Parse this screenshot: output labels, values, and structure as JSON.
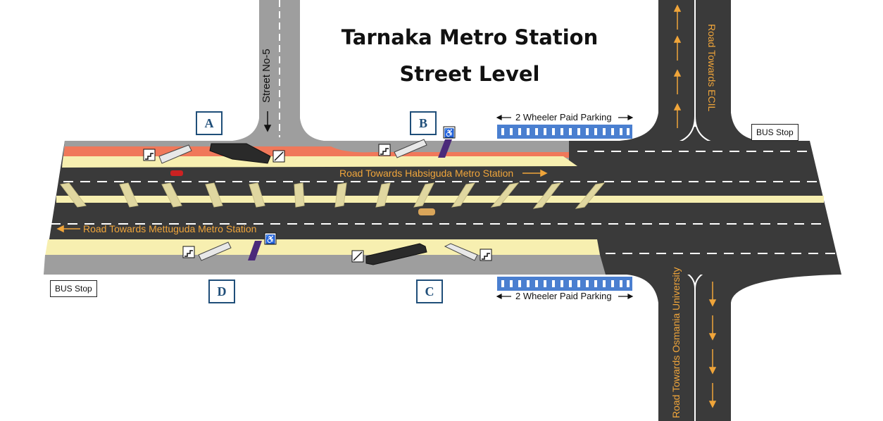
{
  "title": "Tarnaka Metro Station",
  "subtitle": "Street Level",
  "entries": [
    {
      "id": "A",
      "label": "A"
    },
    {
      "id": "B",
      "label": "B"
    },
    {
      "id": "C",
      "label": "C"
    },
    {
      "id": "D",
      "label": "D"
    }
  ],
  "labels": {
    "street": "Street No-5",
    "road_habsiguda": "Road Towards Habsiguda Metro Station",
    "road_mettuguda": "Road Towards Mettuguda Metro Station",
    "road_ecil": "Road Towards ECIL",
    "road_osmania": "Road Towards Osmania University",
    "parking": "2 Wheeler Paid Parking",
    "bus_stop": "BUS Stop"
  },
  "colors": {
    "road": "#3a3a3a",
    "sidewalk": "#9e9e9e",
    "median": "#f7efb0",
    "platform": "#f0785a",
    "label_orange": "#f0a53a",
    "entry_border": "#1f4e79",
    "parking_blue": "#4a7fd0",
    "accessible_purple": "#4b2a7a"
  },
  "icons": [
    "stairs-icon",
    "escalator-icon",
    "wheelchair-icon",
    "bus-stop-sign",
    "car-icon"
  ]
}
